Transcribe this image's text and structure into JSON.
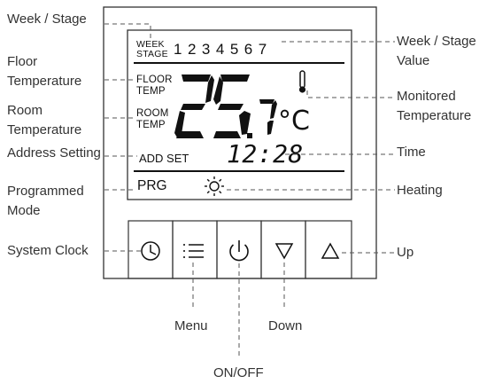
{
  "labels": {
    "week_stage": "Week / Stage",
    "floor_temperature": [
      "Floor",
      "Temperature"
    ],
    "room_temperature": [
      "Room",
      "Temperature"
    ],
    "address_setting": "Address Setting",
    "programmed_mode": [
      "Programmed",
      "Mode"
    ],
    "system_clock": "System Clock",
    "week_stage_value": [
      "Week / Stage",
      "Value"
    ],
    "monitored_temperature": [
      "Monitored",
      "Temperature"
    ],
    "time": "Time",
    "heating": "Heating",
    "up": "Up",
    "menu": "Menu",
    "down": "Down",
    "on_off": "ON/OFF"
  },
  "display": {
    "week": "WEEK",
    "stage": "STAGE",
    "days": "1234567",
    "floor": "FLOOR",
    "floor_temp": "TEMP",
    "room": "ROOM",
    "room_temp": "TEMP",
    "temperature_main": "25",
    "temperature_decimal": "7",
    "unit": "°C",
    "time": "12:28",
    "add_set": "ADD SET",
    "prg": "PRG"
  },
  "buttons": [
    {
      "name": "system-clock-button",
      "icon": "clock-icon"
    },
    {
      "name": "menu-button",
      "icon": "list-icon"
    },
    {
      "name": "power-button",
      "icon": "power-icon"
    },
    {
      "name": "down-button",
      "icon": "triangle-down-icon"
    },
    {
      "name": "up-button",
      "icon": "triangle-up-icon"
    }
  ]
}
